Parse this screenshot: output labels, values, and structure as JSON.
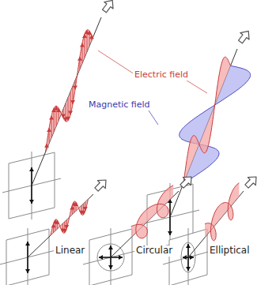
{
  "diagram": {
    "labels": [
      "Electric field",
      "Magnetic field",
      "Linear",
      "Circular",
      "Elliptical"
    ]
  }
}
